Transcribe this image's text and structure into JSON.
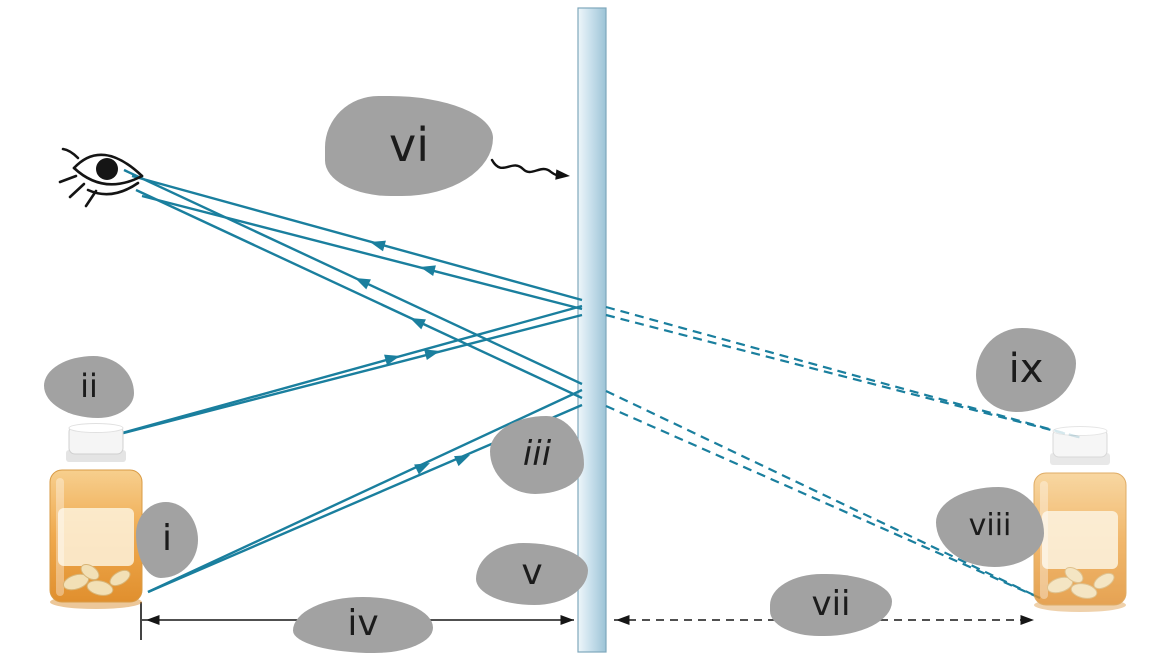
{
  "diagram": {
    "type": "plane-mirror-ray-diagram",
    "labels": {
      "i": "i",
      "ii": "ii",
      "iii": "iii",
      "iv": "iv",
      "v": "v",
      "vi": "vi",
      "vii": "vii",
      "viii": "viii",
      "ix": "ix"
    },
    "colors": {
      "ray": "#1a7f9e",
      "label_blob": "#a2a2a2",
      "label_text": "#1b1b1b",
      "dimension_line": "#161616",
      "mirror_light": "#eef6fa",
      "mirror_dark": "#9cc3d6",
      "bottle_amber": "#efa94d",
      "bottle_cap": "#f5f5f5",
      "background": "#ffffff"
    }
  }
}
